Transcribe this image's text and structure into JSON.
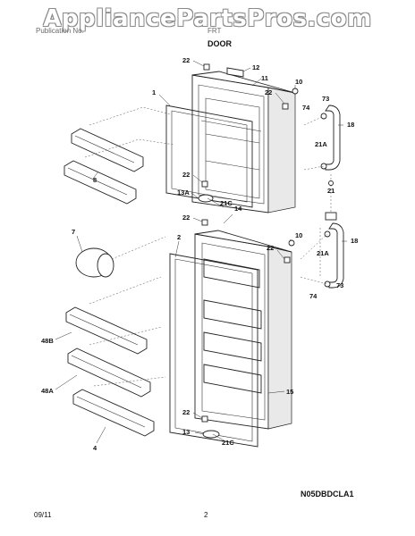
{
  "watermark": "AppliancePartsPros.com",
  "header": {
    "left": "Publication No.",
    "mid": "FRT",
    "section": "DOOR"
  },
  "diagram_code": "N05DBDCLA1",
  "footer": {
    "date": "09/11",
    "page": "2"
  },
  "callouts": {
    "c22a": "22",
    "c12": "12",
    "c11": "11",
    "c1": "1",
    "c10a": "10",
    "c22b": "22",
    "c73a": "73",
    "c74a": "74",
    "c18a": "18",
    "c21a_top": "21A",
    "c8": "8",
    "c22c": "22",
    "c13a": "13A",
    "c21c_top": "21C",
    "c21": "21",
    "c14": "14",
    "c22d": "22",
    "c2": "2",
    "c7": "7",
    "c10b": "10",
    "c22e": "22",
    "c18b": "18",
    "c21a_bot": "21A",
    "c74b": "74",
    "c73b": "73",
    "c48b": "48B",
    "c48a": "48A",
    "c15": "15",
    "c4": "4",
    "c22f": "22",
    "c13": "13",
    "c21c_bot": "21C"
  }
}
